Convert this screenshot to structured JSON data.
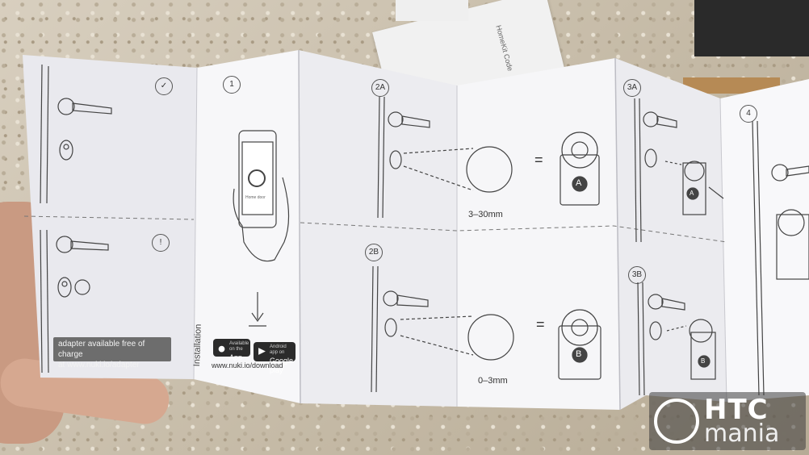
{
  "leaflet": {
    "steps": {
      "step1": "1",
      "step2a": "2A",
      "step2b": "2B",
      "step3a": "3A",
      "step3b": "3B",
      "step4": "4"
    },
    "adapter_note": {
      "line1": "adapter available free of charge",
      "line2": "at www.nuki.io/adapter"
    },
    "installation_label": "Installation",
    "phone_screen_label": "Home door",
    "app_store": {
      "small": "Available on the",
      "label": "App Store"
    },
    "google_play": {
      "small": "Android app on",
      "label": "Google play"
    },
    "download_url": "www.nuki.io/download",
    "measurements": {
      "range_a": "3–30mm",
      "range_b": "0–3mm"
    },
    "equals": "=",
    "adapter_letters": {
      "a": "A",
      "b": "B"
    }
  },
  "background_card": {
    "title": "HomeKit Code"
  },
  "watermark": {
    "line1": "HTC",
    "line2": "mania"
  },
  "colors": {
    "paper": "#f4f4f6",
    "paper_shadow": "#dcdce2",
    "ink": "#3a3a3a",
    "desk": "#cfc6b6"
  }
}
